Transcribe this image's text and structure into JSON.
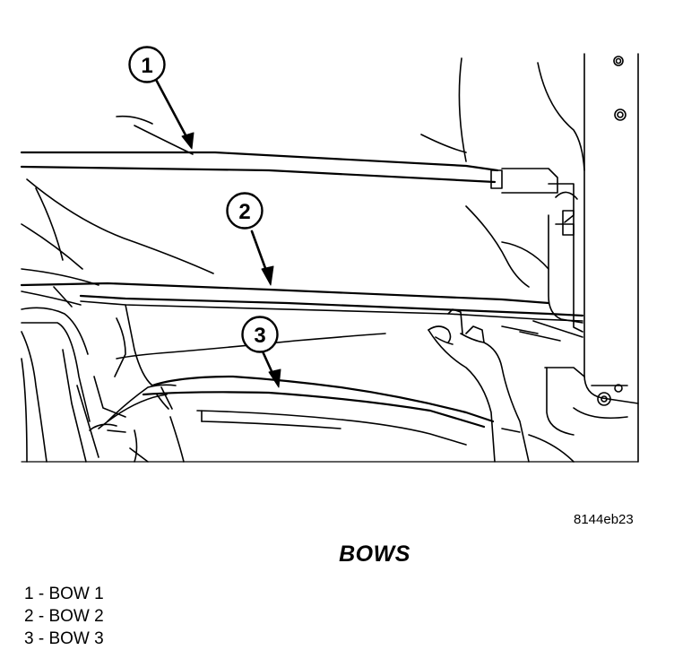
{
  "figure": {
    "id_code": "8144eb23",
    "title": "BOWS"
  },
  "callouts": [
    {
      "number": "1"
    },
    {
      "number": "2"
    },
    {
      "number": "3"
    }
  ],
  "legend": [
    {
      "number": "1",
      "text": "1 - BOW 1"
    },
    {
      "number": "2",
      "text": "2 - BOW 2"
    },
    {
      "number": "3",
      "text": "3 - BOW 3"
    }
  ]
}
